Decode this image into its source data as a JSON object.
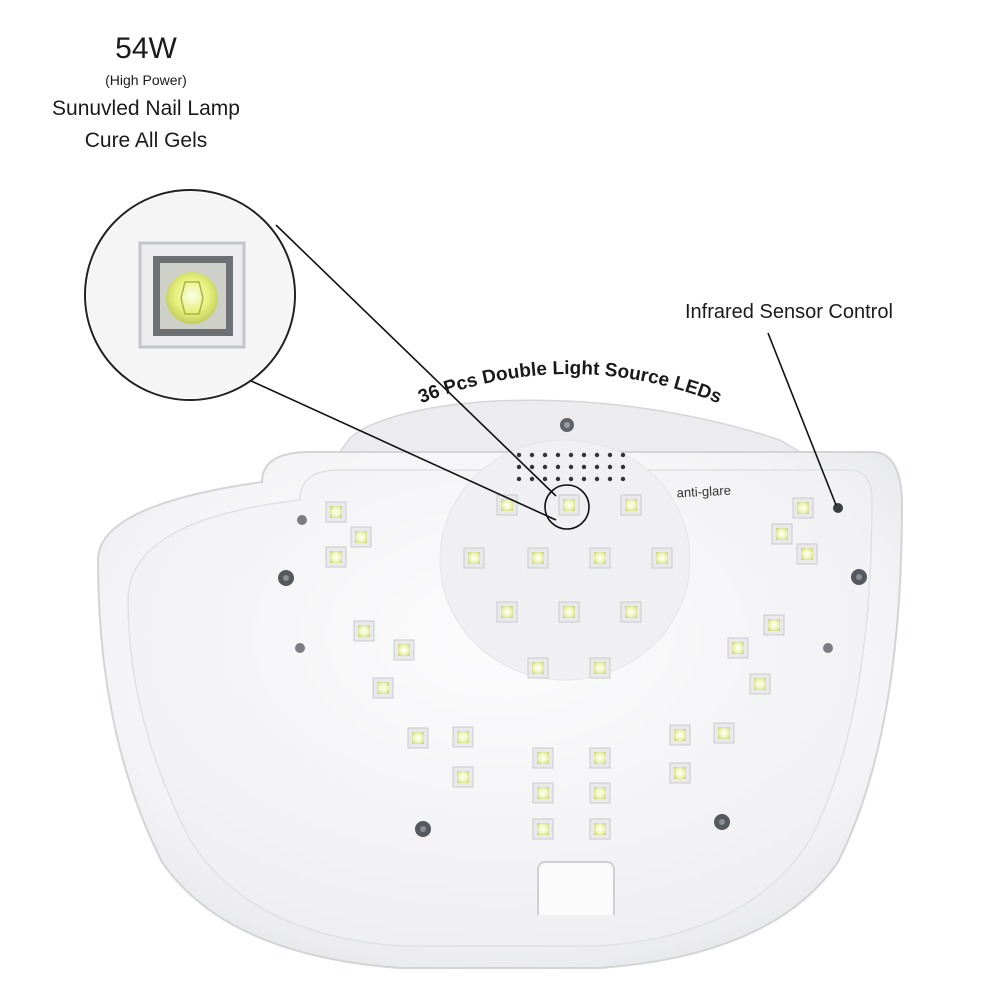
{
  "headline": {
    "wattage": "54W",
    "power_note": "(High Power)",
    "product_name": "Sunuvled Nail Lamp",
    "tagline": "Cure All Gels"
  },
  "callouts": {
    "led_count": "36 Pcs Double Light Source LEDs",
    "sensor": "Infrared Sensor Control",
    "anti_glare": "anti-glare"
  },
  "colors": {
    "background": "#ffffff",
    "lamp_body": "#f4f4f5",
    "led_chip": "#f2f7c8",
    "led_frame": "#d6d6d6",
    "screw": "#55585c",
    "text": "#1a1a1a"
  }
}
